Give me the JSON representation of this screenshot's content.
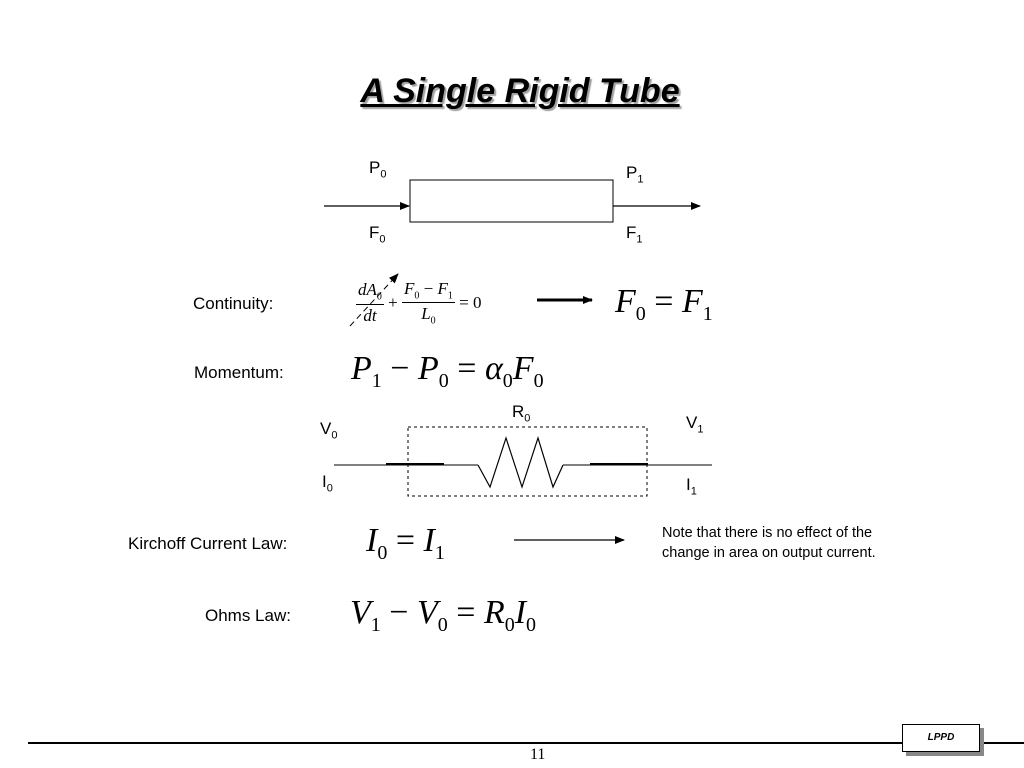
{
  "slide": {
    "title": "A Single Rigid Tube",
    "page_number": "11",
    "footer_logo": "LPPD"
  },
  "tube_diagram": {
    "p0": {
      "base": "P",
      "sub": "0"
    },
    "p1": {
      "base": "P",
      "sub": "1"
    },
    "f0": {
      "base": "F",
      "sub": "0"
    },
    "f1": {
      "base": "F",
      "sub": "1"
    }
  },
  "continuity": {
    "label": "Continuity:",
    "equation": {
      "num1": "dA",
      "num1_sub": "0",
      "den1": "dt",
      "plus": "+",
      "num2_a": "F",
      "num2_a_sub": "0",
      "minus": " − ",
      "num2_b": "F",
      "num2_b_sub": "1",
      "den2": "L",
      "den2_sub": "0",
      "rhs": "= 0"
    },
    "result": {
      "lhs": "F",
      "lhs_sub": "0",
      "eq": " = ",
      "rhs": "F",
      "rhs_sub": "1"
    }
  },
  "momentum": {
    "label": "Momentum:",
    "equation": {
      "a": "P",
      "a_sub": "1",
      "op": " − ",
      "b": "P",
      "b_sub": "0",
      "eq": " = ",
      "c": "α",
      "c_sub": "0",
      "d": "F",
      "d_sub": "0"
    }
  },
  "circuit": {
    "r0": {
      "base": "R",
      "sub": "0"
    },
    "v0": {
      "base": "V",
      "sub": "0"
    },
    "v1": {
      "base": "V",
      "sub": "1"
    },
    "i0": {
      "base": "I",
      "sub": "0"
    },
    "i1": {
      "base": "I",
      "sub": "1"
    }
  },
  "kirchoff": {
    "label": "Kirchoff Current Law:",
    "equation": {
      "lhs": "I",
      "lhs_sub": "0",
      "eq": " = ",
      "rhs": "I",
      "rhs_sub": "1"
    },
    "note": "Note that there is no effect of the change in area on output current."
  },
  "ohms": {
    "label": "Ohms Law:",
    "equation": {
      "a": "V",
      "a_sub": "1",
      "op": " − ",
      "b": "V",
      "b_sub": "0",
      "eq": " = ",
      "c": "R",
      "c_sub": "0",
      "d": "I",
      "d_sub": "0"
    }
  }
}
